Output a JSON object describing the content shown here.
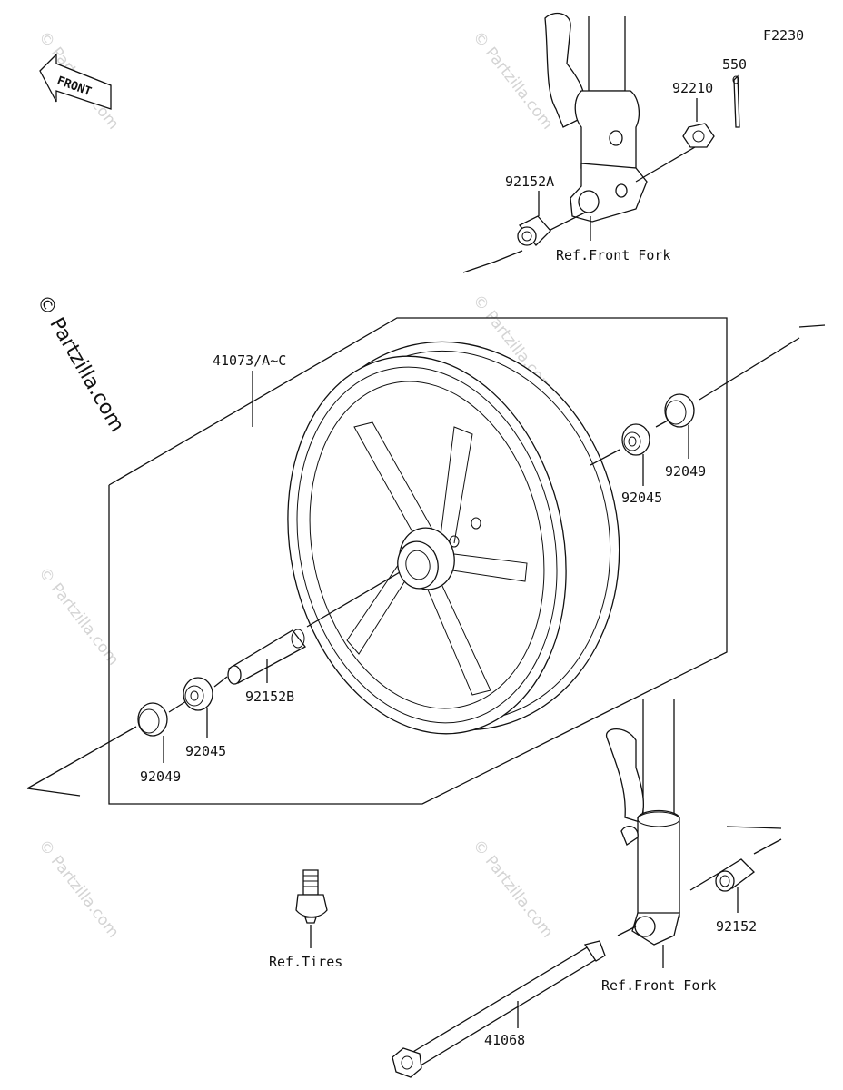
{
  "diagram_code": "F2230",
  "watermark": "© Partzilla.com",
  "front_arrow_label": "FRONT",
  "callouts": {
    "p550": "550",
    "p92210": "92210",
    "p92152A": "92152A",
    "ref_fork_top": "Ref.Front Fork",
    "p41073": "41073/A~C",
    "p92049_right": "92049",
    "p92045_right": "92045",
    "p92152B": "92152B",
    "p92045_left": "92045",
    "p92049_left": "92049",
    "p92152": "92152",
    "ref_tires": "Ref.Tires",
    "ref_fork_bottom": "Ref.Front Fork",
    "p41068": "41068"
  }
}
